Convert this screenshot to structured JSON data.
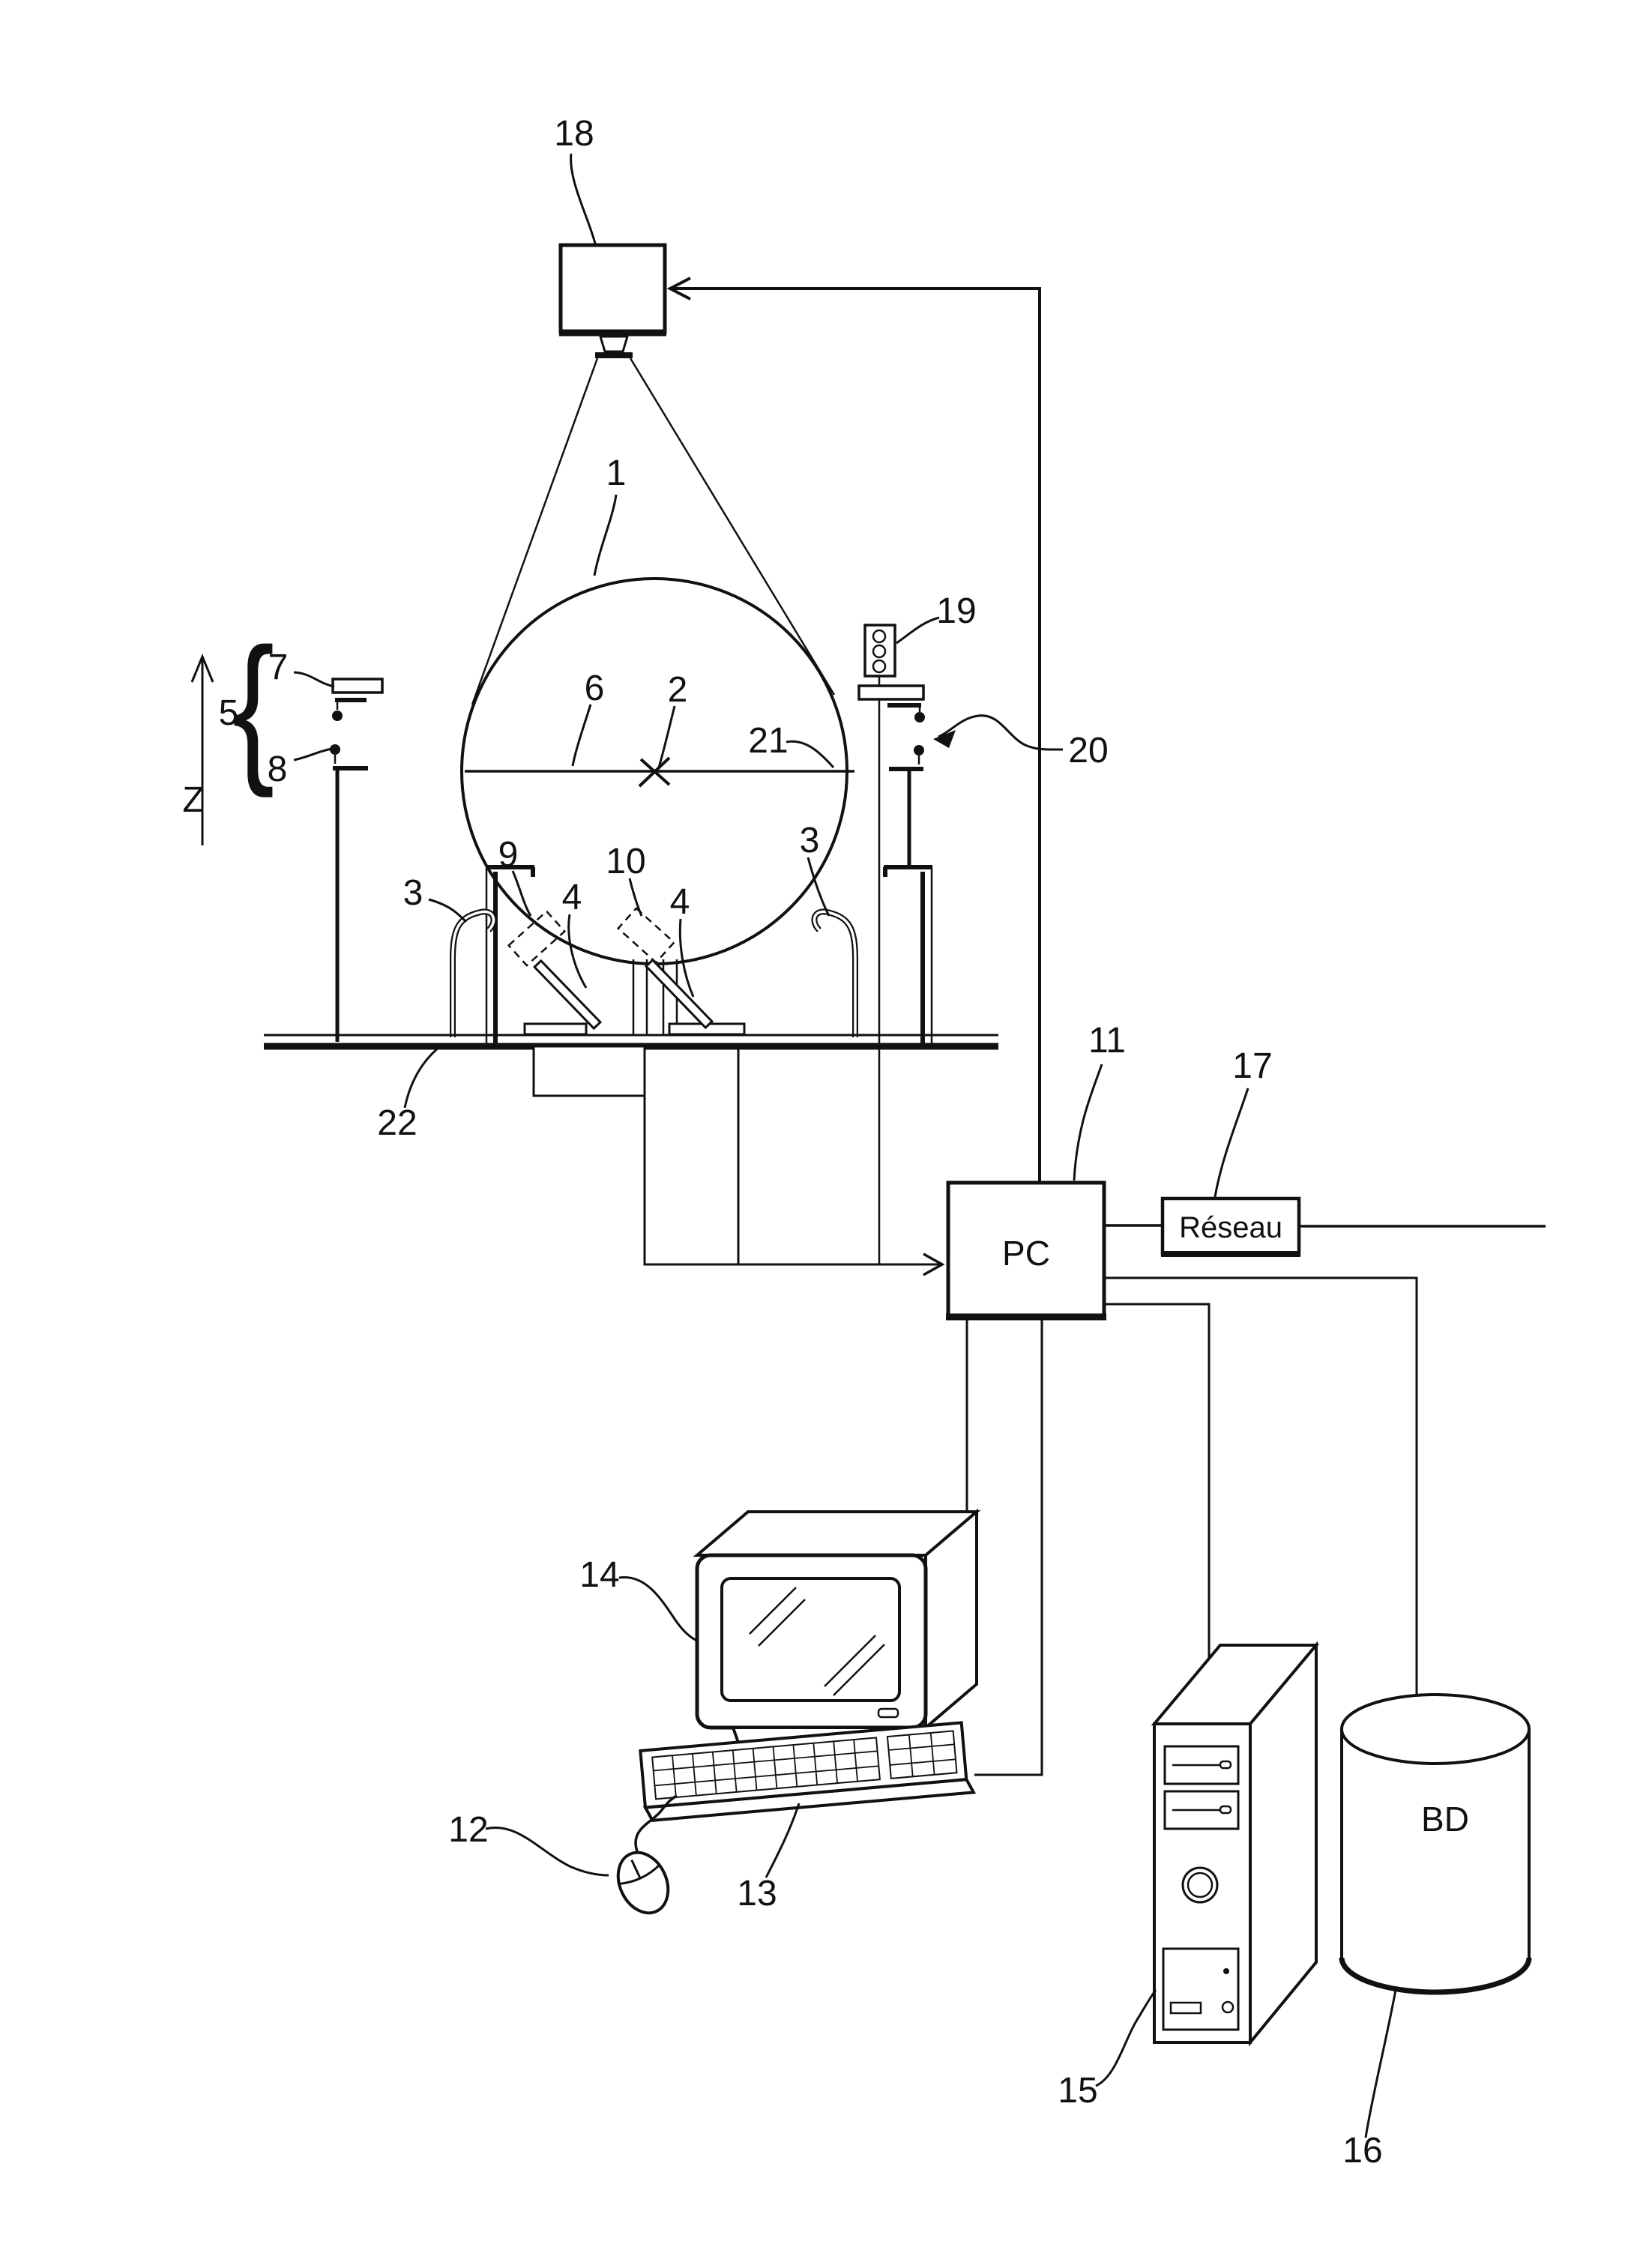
{
  "figure": {
    "background": "#ffffff",
    "ink": "#111111",
    "axis_label": "Z",
    "brace_glyph": "{",
    "component_labels": {
      "pc": "PC",
      "network": "Réseau",
      "database": "BD"
    },
    "reference_numerals": {
      "n1": "1",
      "n2": "2",
      "n3": "3",
      "n4": "4",
      "n5": "5",
      "n6": "6",
      "n7": "7",
      "n8": "8",
      "n9": "9",
      "n10": "10",
      "n11": "11",
      "n12": "12",
      "n13": "13",
      "n14": "14",
      "n15": "15",
      "n16": "16",
      "n17": "17",
      "n18": "18",
      "n19": "19",
      "n20": "20",
      "n21": "21",
      "n22": "22"
    }
  }
}
